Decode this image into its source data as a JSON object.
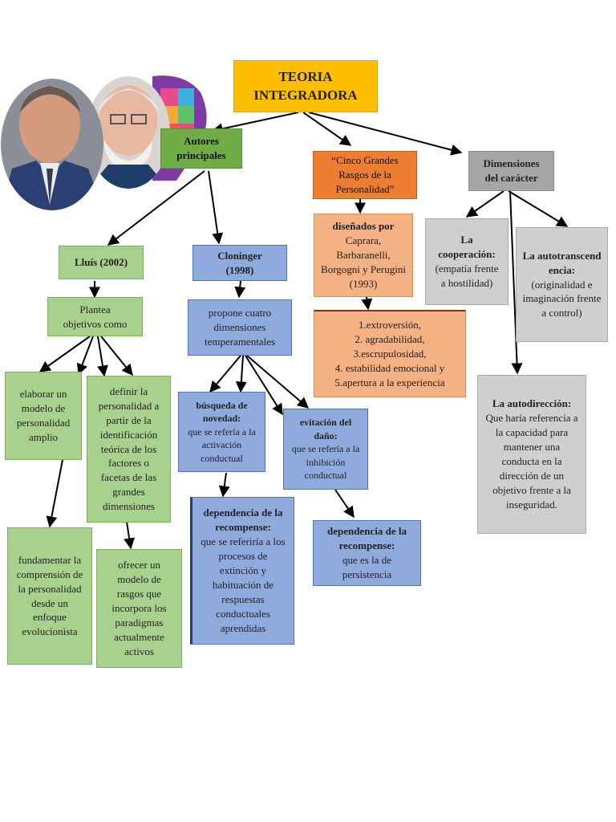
{
  "title": "TEORIA INTEGRADORA",
  "autores": "Autores principales",
  "lluis": {
    "name": "Lluís (2002)",
    "plantea": "Plantea objetivos como",
    "obj1": "elaborar un modelo de personalidad amplio",
    "obj2": "definir la personalidad a partir de la identificación teórica de los factores o facetas de las grandes dimensiones",
    "obj3": "fundamentar la comprensión de la personalidad desde un enfoque evolucionista",
    "obj4": "ofrecer un modelo de rasgos que incorpora los paradigmas actualmente activos"
  },
  "cloninger": {
    "name": "Cloninger (1998)",
    "propone": "propone cuatro dimensiones temperamentales",
    "busqueda_title": "búsqueda de novedad:",
    "busqueda_text": "que se refería a la activación conductual",
    "evitacion_title": "evitación del daño:",
    "evitacion_text": "que se refería a la inhibición conductual",
    "dep1_title": "dependencia de la recompense:",
    "dep1_text": "que se referiría a los procesos de extinción y habituación de respuestas conductuales aprendidas",
    "dep2_title": "dependencia de la recompense:",
    "dep2_text": "que es la de persistencia"
  },
  "cinco": {
    "title": "“Cinco Grandes Rasgos de la Personalidad”",
    "disenados_title": "diseñados por",
    "disenados_text": "Caprara, Barbaranelli, Borgogni y Perugini (1993)",
    "rasgos": [
      "1.extroversión,",
      "2. agradabilidad,",
      "3.escrupulosidad,",
      "4. estabilidad emocional y",
      "5.apertura a la experiencia"
    ]
  },
  "dimensiones": {
    "title": "Dimensiones del carácter",
    "coop_title": "La cooperación:",
    "coop_text": "(empatía frente a hostilidad)",
    "auto_title": "La autotranscendencia:",
    "auto_text": "(originalidad e imaginación frente a control)",
    "autodir_title": "La autodirección:",
    "autodir_text": "Que haría referencia a la capacidad para mantener una conducta en la dirección de un objetivo frente a la inseguridad."
  },
  "colors": {
    "title": "#fdbf00",
    "green_dark": "#70ad47",
    "green": "#a9d18e",
    "blue": "#8faadc",
    "orange_dark": "#ed7d31",
    "orange": "#f4b183",
    "gray_dark": "#a6a6a6",
    "gray": "#d0cece"
  }
}
